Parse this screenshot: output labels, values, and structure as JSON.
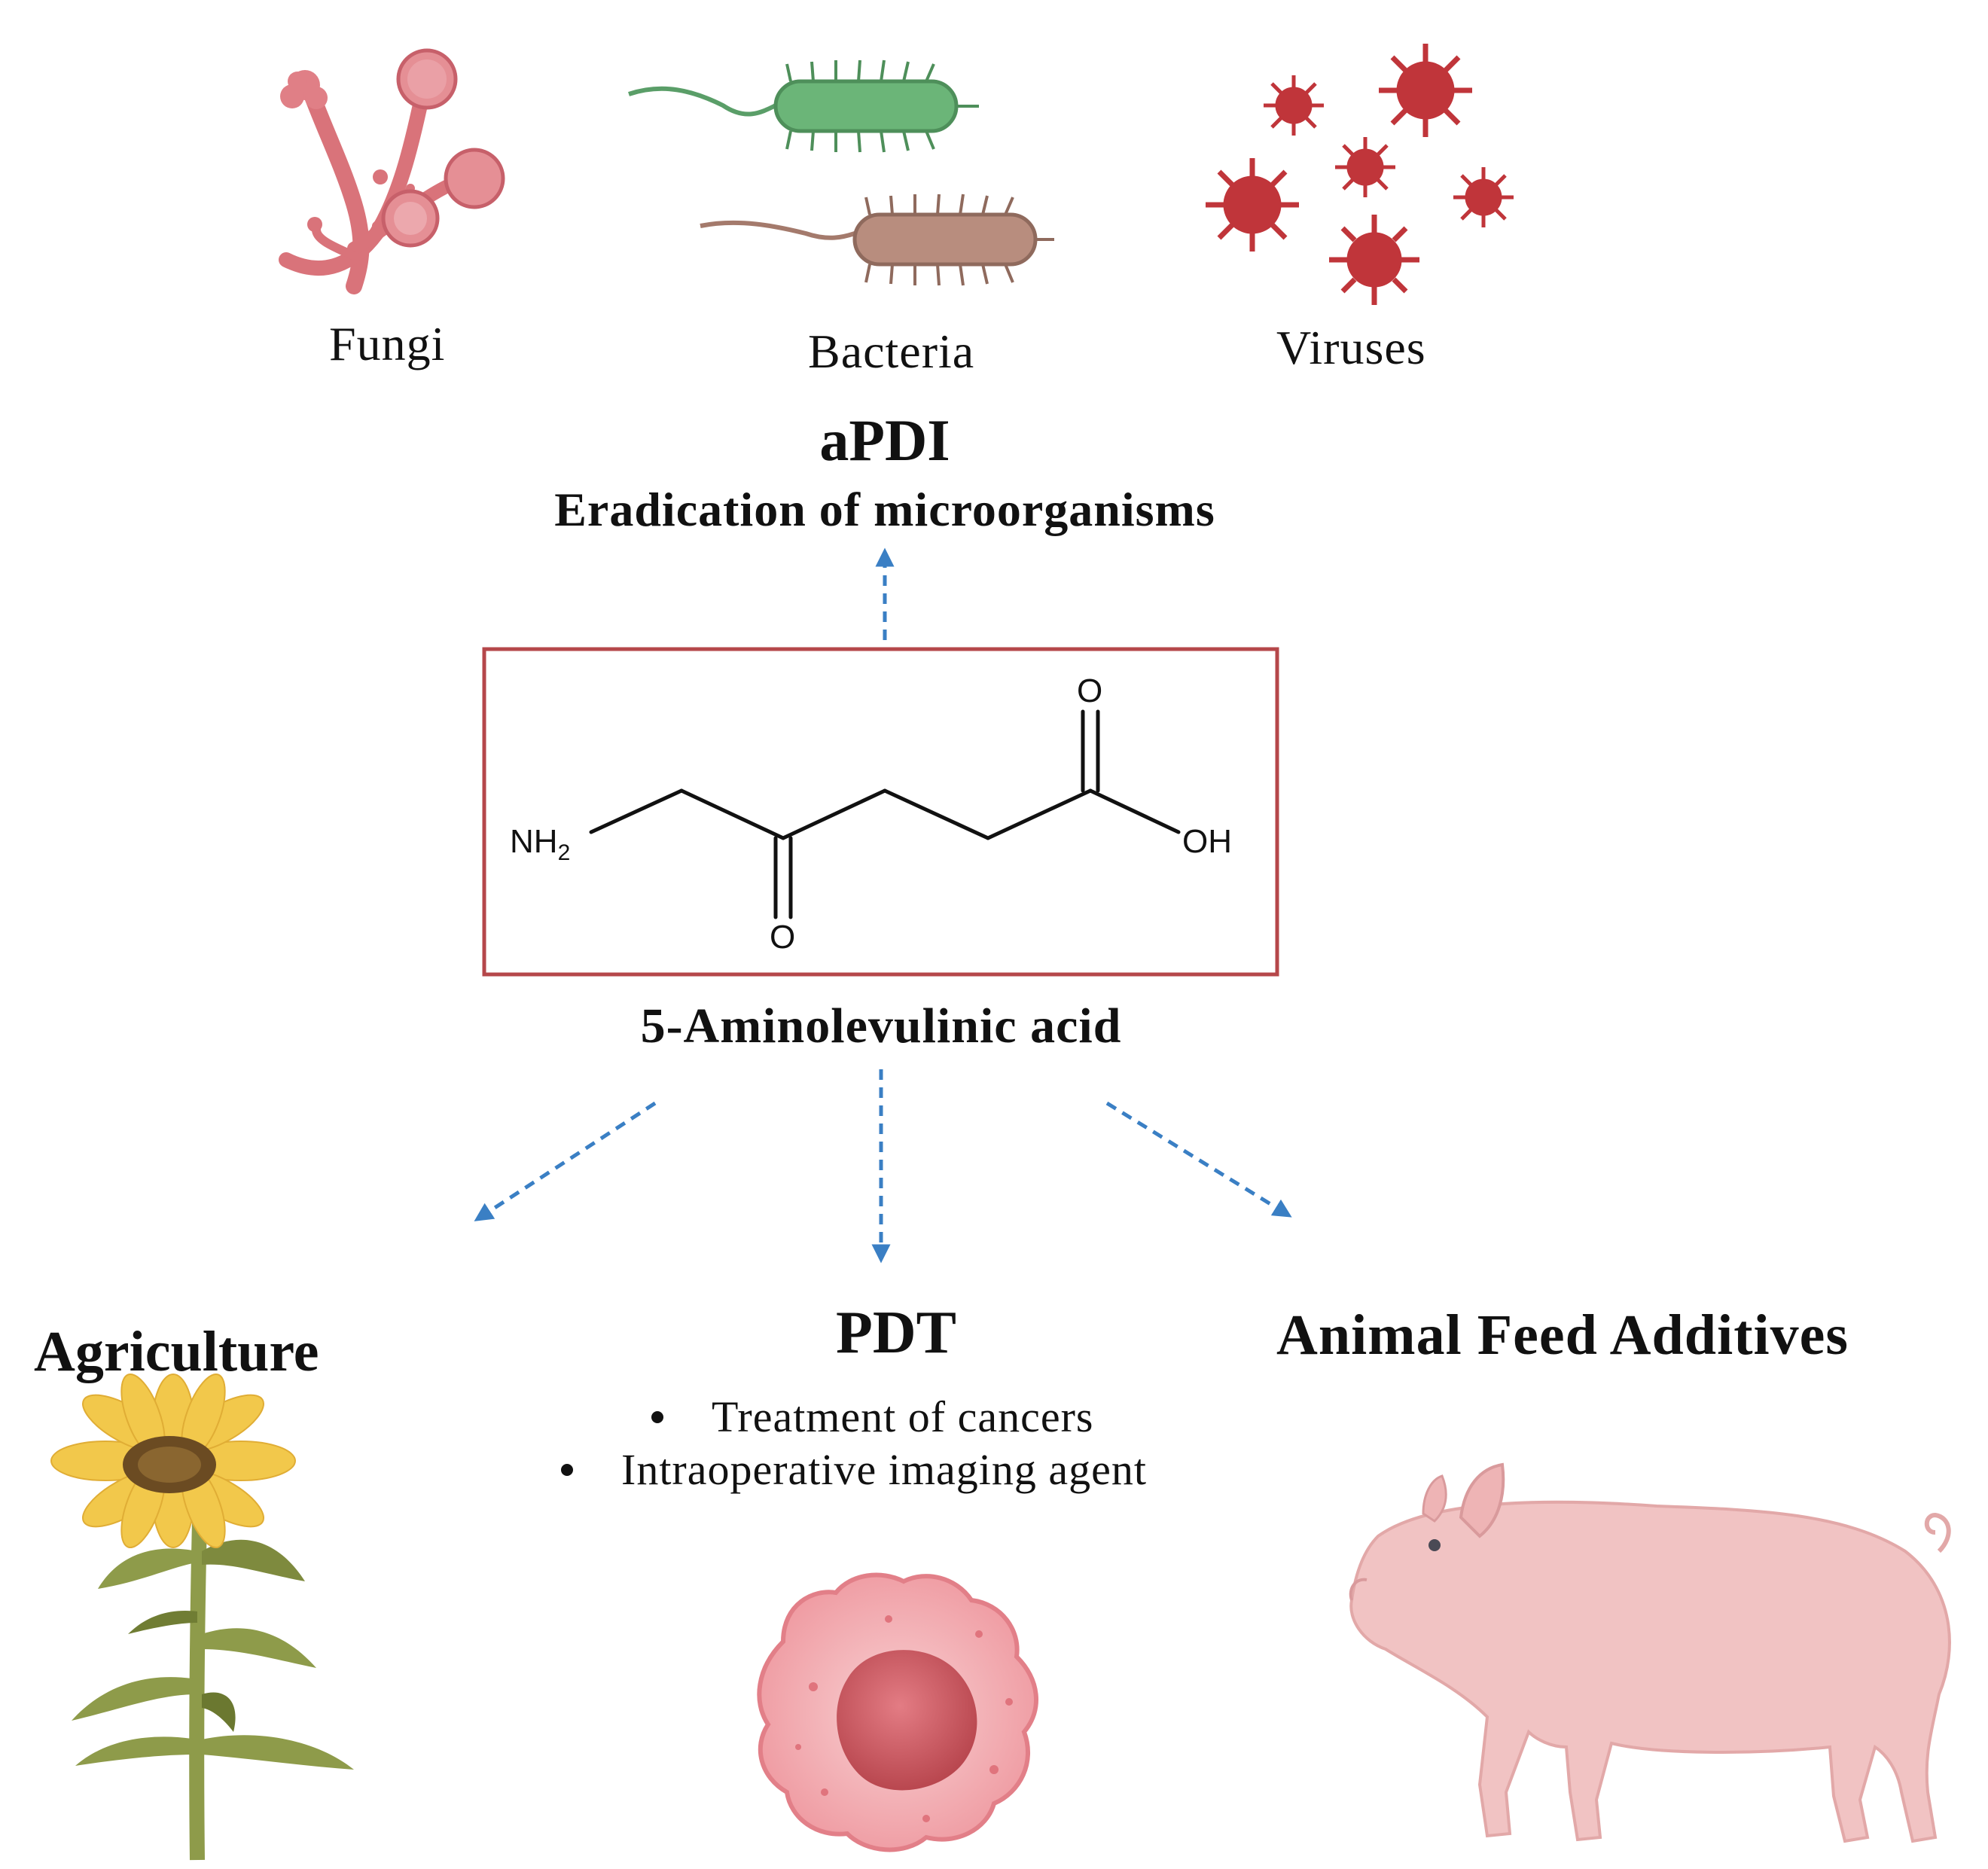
{
  "top_labels": {
    "fungi": "Fungi",
    "bacteria": "Bacteria",
    "viruses": "Viruses"
  },
  "apdi": {
    "title": "aPDI",
    "subtitle": "Eradication of microorganisms"
  },
  "molecule": {
    "name": "5-Aminolevulinic acid",
    "atoms": {
      "nh2_main": "NH",
      "nh2_sub": "2",
      "oh": "OH",
      "o_top": "O",
      "o_bottom": "O"
    }
  },
  "applications": {
    "agriculture": {
      "title": "Agriculture"
    },
    "pdt": {
      "title": "PDT",
      "bullets": [
        "Treatment of cancers",
        "Intraoperative imaging agent"
      ]
    },
    "animal_feed": {
      "title": "Animal Feed Additives"
    }
  },
  "colors": {
    "arrow": "#3a7fc4",
    "box_border": "#b5474a",
    "fungi": "#d9737a",
    "bacteria_green": "#5fa86a",
    "bacteria_brown": "#a47a6c",
    "virus": "#c0353a",
    "sunflower_petal": "#f2c84b",
    "stem": "#8e9b4a",
    "cell": "#f4a7ac",
    "pig": "#f1c3c3"
  },
  "icons": [
    "fungi-icon",
    "bacteria-icon",
    "virus-icon",
    "sunflower-icon",
    "cancer-cell-icon",
    "pig-icon"
  ]
}
